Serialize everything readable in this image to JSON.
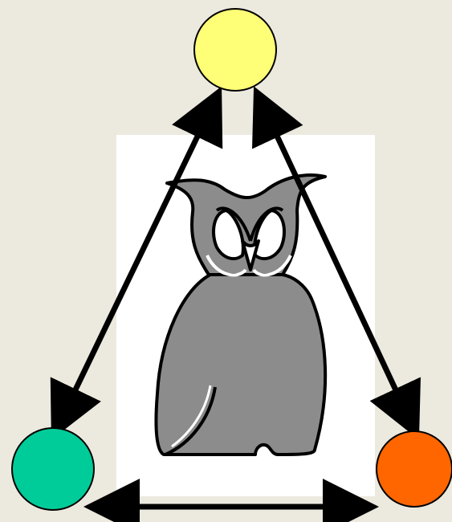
{
  "diagram": {
    "background_color": "#ece9df",
    "panel_color": "#ffffff",
    "owl": {
      "icon": "owl-icon",
      "body_color": "#8c8c8c",
      "outline_color": "#000000",
      "eye_color": "#ffffff"
    },
    "nodes": [
      {
        "id": "top",
        "color": "#ffff77"
      },
      {
        "id": "bottom-left",
        "color": "#00cc99"
      },
      {
        "id": "bottom-right",
        "color": "#ff6600"
      }
    ],
    "edges": [
      {
        "from": "top",
        "to": "bottom-left",
        "style": "double-headed-arrow"
      },
      {
        "from": "top",
        "to": "bottom-right",
        "style": "double-headed-arrow"
      },
      {
        "from": "bottom-left",
        "to": "bottom-right",
        "style": "double-headed-arrow"
      }
    ],
    "arrow_color": "#000000"
  }
}
